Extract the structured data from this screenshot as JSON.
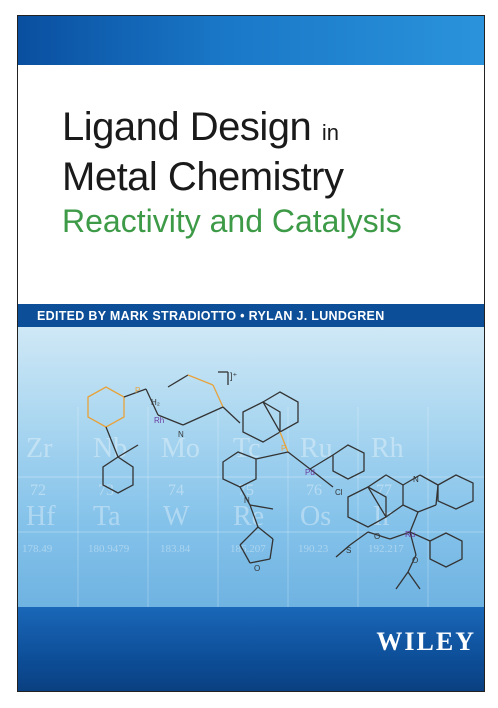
{
  "cover": {
    "title_part1": "Ligand Design",
    "title_part1_small": "in",
    "title_part2": "Metal Chemistry",
    "subtitle": "Reactivity and Catalysis",
    "editors": "EDITED BY MARK STRADIOTTO • RYLAN J. LUNDGREN",
    "publisher": "WILEY"
  },
  "artwork": {
    "periodic_row1": [
      "Zr",
      "Nb",
      "Mo",
      "Tc",
      "Ru",
      "Rh"
    ],
    "periodic_row2": [
      "Hf",
      "Ta",
      "W",
      "Re",
      "Os",
      "Ir"
    ],
    "periodic_numbers": [
      "72",
      "73",
      "74",
      "75",
      "76",
      "77"
    ],
    "periodic_masses": [
      "178.49",
      "180.9479",
      "183.84",
      "186.207",
      "190.23",
      "192.217"
    ],
    "mol1_labels": [
      "Rh",
      "H₂",
      "N",
      "P",
      "]⁺"
    ],
    "mol2_labels": [
      "Pd",
      "P",
      "N",
      "Cl",
      "O"
    ],
    "mol3_labels": [
      "Ru",
      "N",
      "O",
      "O",
      "S"
    ],
    "colors": {
      "top_bar": "#1a78c8",
      "editor_bar": "#0d4e98",
      "subtitle": "#3d9a47",
      "bond_orange": "#e8a23a"
    }
  }
}
